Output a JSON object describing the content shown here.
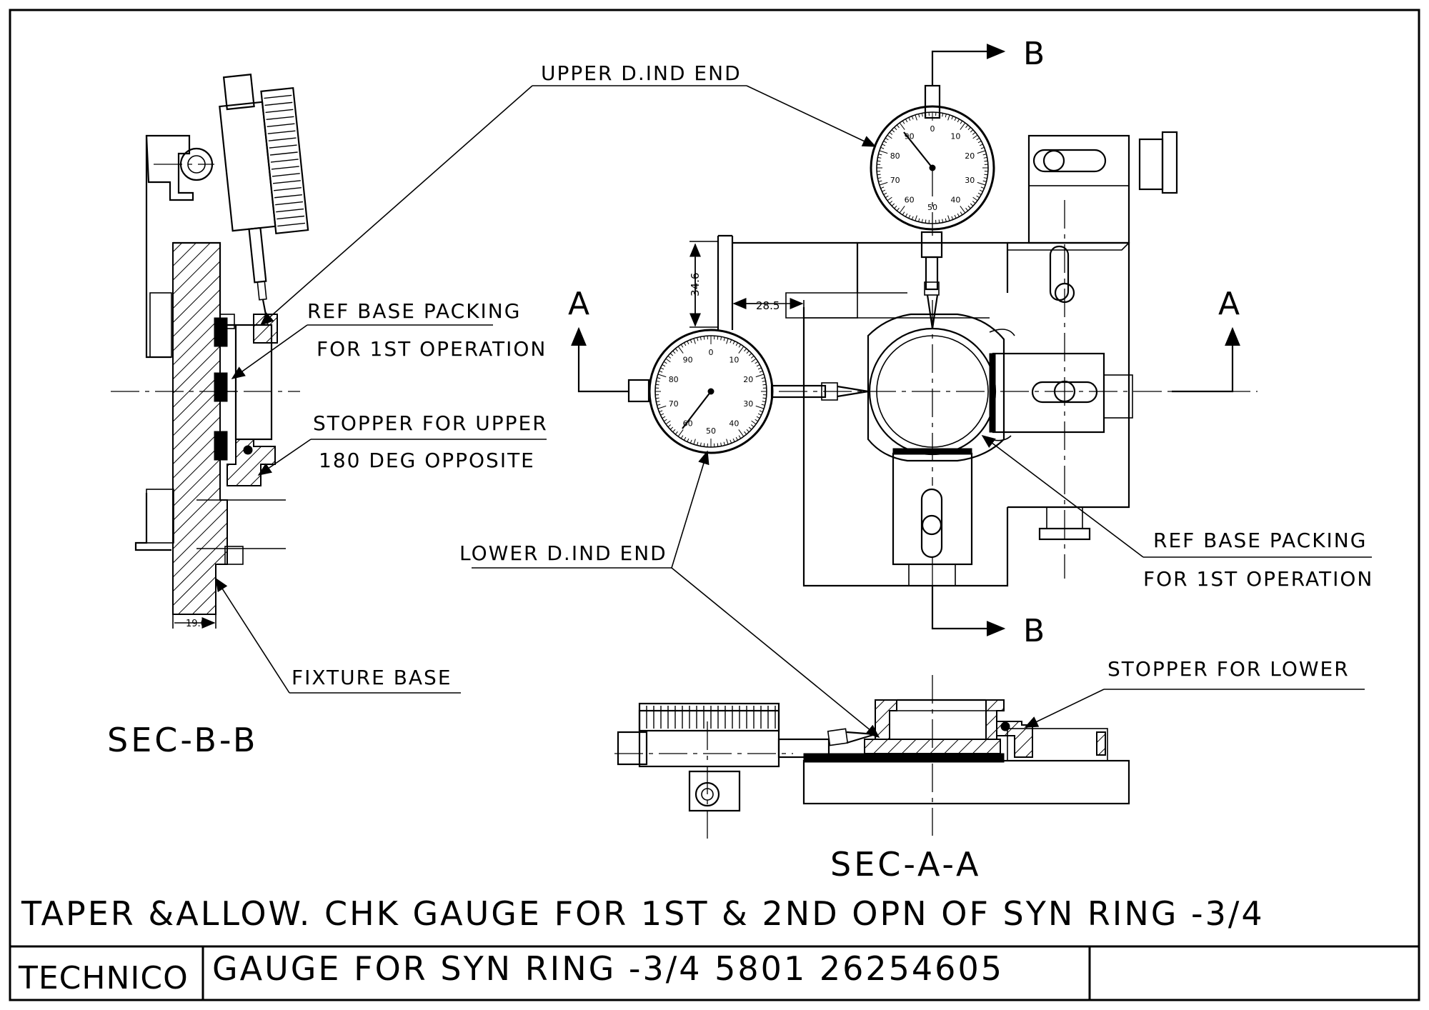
{
  "labels": {
    "upper_dind_end": "UPPER D.IND END",
    "ref_base_packing_left_1": "REF BASE PACKING",
    "ref_base_packing_left_2": "FOR 1ST OPERATION",
    "stopper_upper_1": "STOPPER FOR UPPER",
    "stopper_upper_2": "180 DEG OPPOSITE",
    "fixture_base": "FIXTURE BASE",
    "lower_dind_end": "LOWER D.IND END",
    "ref_base_packing_right_1": "REF BASE PACKING",
    "ref_base_packing_right_2": "FOR 1ST OPERATION",
    "stopper_lower": "STOPPER FOR LOWER"
  },
  "section_marks": {
    "a_left": "A",
    "a_right": "A",
    "b_top": "B",
    "b_bottom": "B"
  },
  "dimensions": {
    "height": "34.6",
    "width": "28.5",
    "thickness": "19.0"
  },
  "dial_scales": {
    "upper": [
      "0",
      "10",
      "20",
      "30",
      "40",
      "50",
      "60",
      "70",
      "80",
      "90"
    ],
    "lower": [
      "0",
      "10",
      "20",
      "30",
      "40",
      "50",
      "60",
      "70",
      "80",
      "90"
    ]
  },
  "section_titles": {
    "sec_b": "SEC-B-B",
    "sec_a": "SEC-A-A"
  },
  "title_block": {
    "main_title": "TAPER &ALLOW. CHK GAUGE FOR 1ST & 2ND OPN OF SYN RING -3/4",
    "company": "TECHNICO",
    "drawing_name": "GAUGE FOR SYN RING -3/4   5801 26254605"
  }
}
